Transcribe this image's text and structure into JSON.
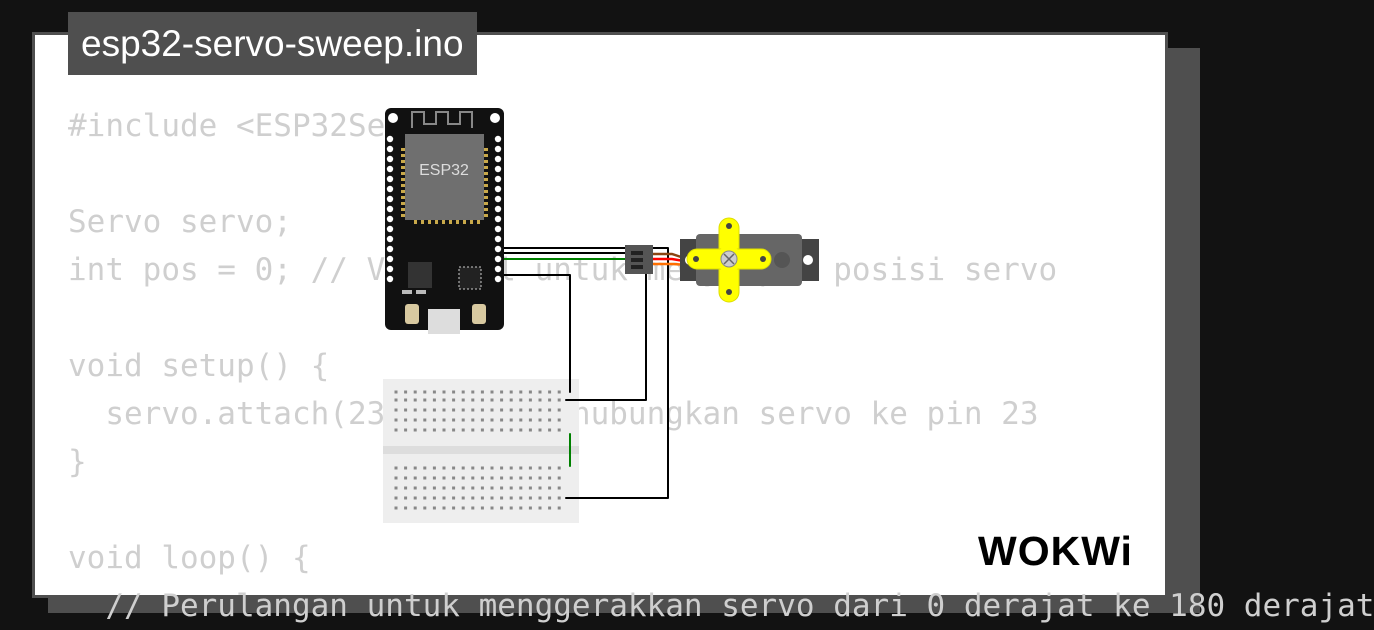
{
  "project": {
    "filename": "esp32-servo-sweep.ino"
  },
  "code_lines": [
    "#include <ESP32Servo.h>",
    "",
    "Servo servo;",
    "int pos = 0; // Variabel untuk menyimpan posisi servo",
    "",
    "void setup() {",
    "  servo.attach(23); // Menghubungkan servo ke pin 23",
    "}",
    "",
    "void loop() {",
    "  // Perulangan untuk menggerakkan servo dari 0 derajat ke 180 derajat"
  ],
  "board": {
    "label": "ESP32"
  },
  "brand": {
    "logo_text": "WOKWi"
  },
  "colors": {
    "frame": "#4f4f4f",
    "code_text": "#cfcfcf",
    "servo_horn": "#ffff00",
    "signal_wire": "#ff6f00",
    "power_wire": "#ff0000",
    "ground_wire": "#8b4513",
    "green_wire": "#008000"
  }
}
